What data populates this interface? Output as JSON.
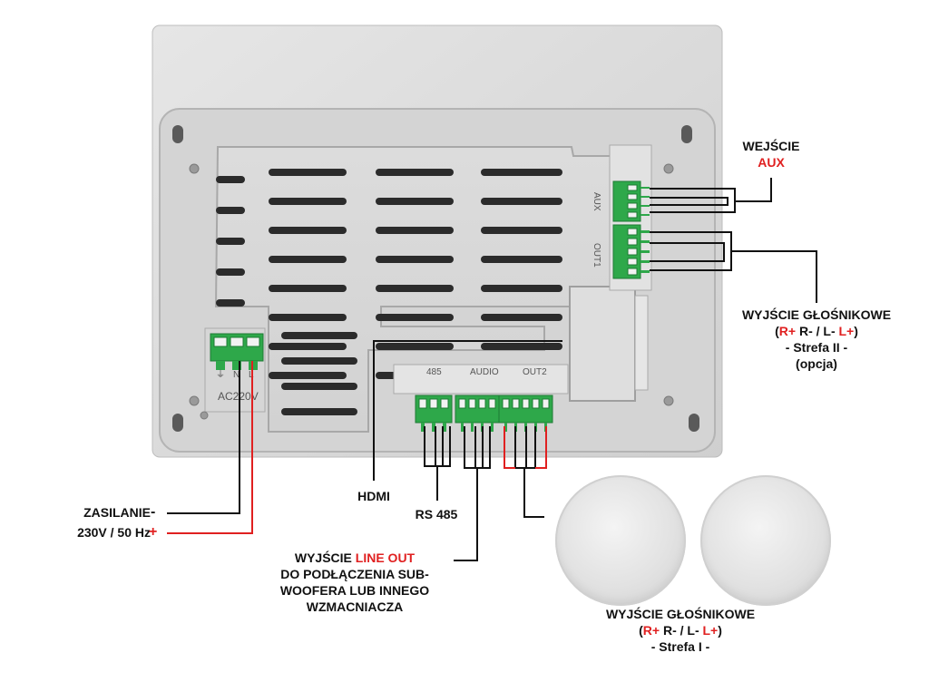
{
  "labels": {
    "aux_in": {
      "line1": "WEJŚCIE",
      "line2": "AUX"
    },
    "speaker_out_zone2": {
      "line1": "WYJŚCIE GŁOŚNIKOWE",
      "r_plus": "R+",
      "middle": " R- / L- ",
      "l_plus": "L+",
      "zone": "- Strefa II -",
      "note": "(opcja)"
    },
    "power": {
      "line1": "ZASILANIE",
      "line2": "230V / 50 Hz",
      "minus": "-",
      "plus": "+"
    },
    "hdmi": "HDMI",
    "rs485": "RS 485",
    "line_out": {
      "prefix": "WYJŚCIE ",
      "highlight": "LINE OUT",
      "line2": "DO PODŁĄCZENIA SUB-",
      "line3": "WOOFERA LUB INNEGO",
      "line4": "WZMACNIACZA"
    },
    "speaker_out_zone1": {
      "line1": "WYJŚCIE GŁOŚNIKOWE",
      "r_plus": "R+",
      "middle": " R- / L- ",
      "l_plus": "L+",
      "zone": "- Strefa I -"
    }
  },
  "panel_print": {
    "ac": "AC220V",
    "pe": "⏚",
    "n": "N",
    "l": "L",
    "rs485": "485",
    "audio": "AUDIO",
    "out2": "OUT2",
    "aux": "AUX",
    "out1": "OUT1"
  },
  "colors": {
    "accent": "#e02020",
    "text": "#111111",
    "terminal": "#2ea84a",
    "panel": "#d9d9d9"
  }
}
